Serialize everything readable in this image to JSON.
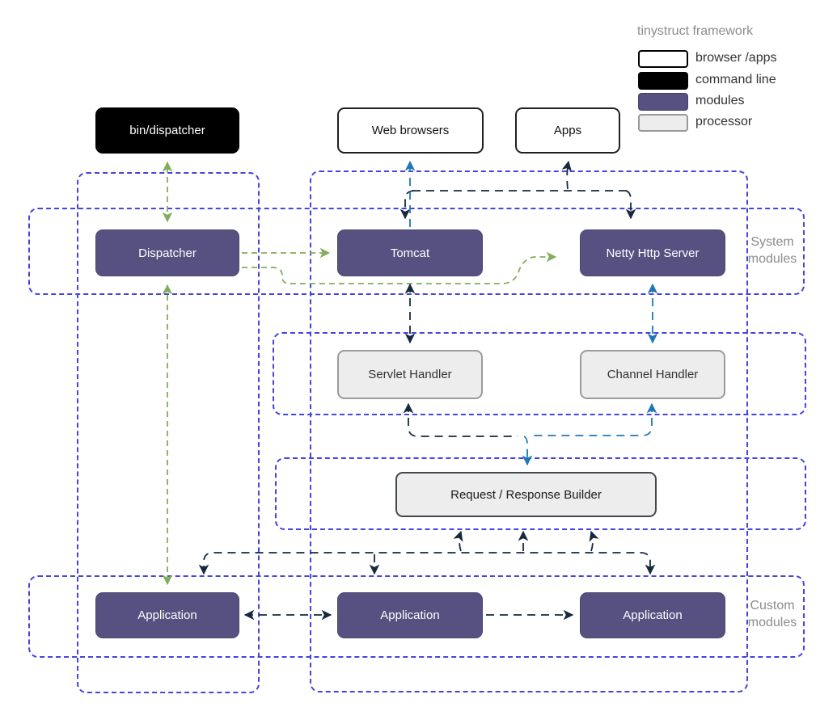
{
  "diagram_title": "tinystruct framework",
  "legend": {
    "title": "tinystruct framework",
    "items": [
      {
        "label": "browser /apps",
        "type": "browser-apps",
        "color": "#ffffff"
      },
      {
        "label": "command line",
        "type": "command-line",
        "color": "#000000"
      },
      {
        "label": "modules",
        "type": "modules",
        "color": "#565180"
      },
      {
        "label": "processor",
        "type": "processor",
        "color": "#ededed"
      }
    ]
  },
  "nodes": {
    "bin_dispatcher": "bin/dispatcher",
    "web_browsers": "Web browsers",
    "apps": "Apps",
    "dispatcher": "Dispatcher",
    "tomcat": "Tomcat",
    "netty": "Netty Http Server",
    "servlet_handler": "Servlet Handler",
    "channel_handler": "Channel Handler",
    "builder": "Request / Response Builder",
    "application_1": "Application",
    "application_2": "Application",
    "application_3": "Application"
  },
  "group_labels": {
    "system": "System modules",
    "custom": "Custom modules"
  },
  "colors": {
    "module_fill": "#565180",
    "command_fill": "#000000",
    "processor_fill": "#ededed",
    "container_dash": "#4444e0",
    "arrow_green": "#80ae5c",
    "arrow_dark": "#16293d",
    "arrow_blue": "#1f77b4",
    "label_gray": "#8c8c8c"
  }
}
